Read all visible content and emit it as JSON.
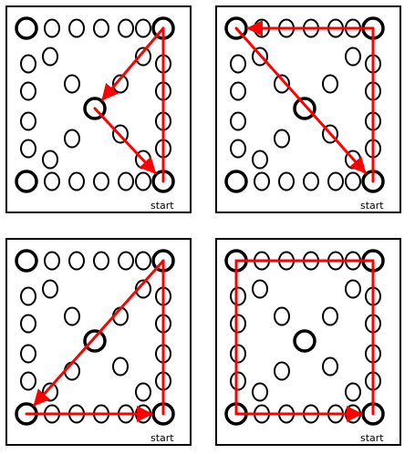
{
  "start_label": "start",
  "colors": {
    "border": "#000000",
    "circle": "#000000",
    "path": "#ff0000",
    "background": "#ffffff"
  },
  "panels": [
    {
      "id": "top-left",
      "name": "panel-triangle-center",
      "path_nodes": [
        "bottom-right",
        "top-right",
        "center",
        "bottom-right"
      ],
      "arrowhead_at": [
        "center",
        "bottom-right"
      ]
    },
    {
      "id": "top-right",
      "name": "panel-triangle-top",
      "path_nodes": [
        "bottom-right",
        "top-right",
        "top-left",
        "bottom-right"
      ],
      "arrowhead_at": [
        "top-left",
        "bottom-right"
      ]
    },
    {
      "id": "bottom-left",
      "name": "panel-triangle-bottom",
      "path_nodes": [
        "bottom-right",
        "top-right",
        "bottom-left",
        "bottom-right"
      ],
      "arrowhead_at": [
        "bottom-left",
        "bottom-right"
      ]
    },
    {
      "id": "bottom-right",
      "name": "panel-square",
      "path_nodes": [
        "bottom-right",
        "top-right",
        "top-left",
        "bottom-left",
        "bottom-right"
      ],
      "arrowhead_at": [
        "bottom-right"
      ]
    }
  ]
}
